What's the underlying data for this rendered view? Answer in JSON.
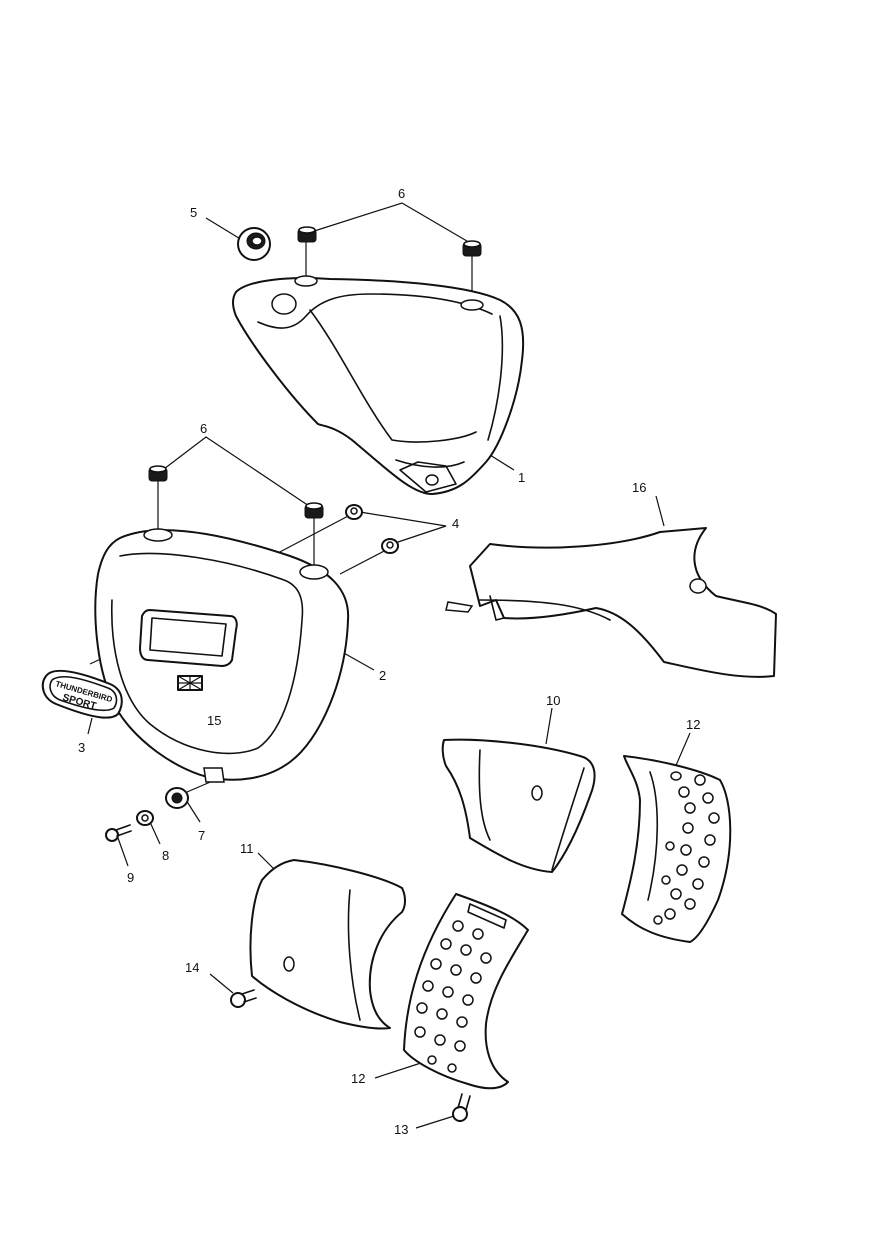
{
  "callouts": [
    {
      "id": "1",
      "label": "1"
    },
    {
      "id": "2",
      "label": "2"
    },
    {
      "id": "3",
      "label": "3"
    },
    {
      "id": "4",
      "label": "4"
    },
    {
      "id": "5",
      "label": "5"
    },
    {
      "id": "6a",
      "label": "6"
    },
    {
      "id": "6b",
      "label": "6"
    },
    {
      "id": "7",
      "label": "7"
    },
    {
      "id": "8",
      "label": "8"
    },
    {
      "id": "9",
      "label": "9"
    },
    {
      "id": "10",
      "label": "10"
    },
    {
      "id": "11",
      "label": "11"
    },
    {
      "id": "12a",
      "label": "12"
    },
    {
      "id": "12b",
      "label": "12"
    },
    {
      "id": "13",
      "label": "13"
    },
    {
      "id": "14",
      "label": "14"
    },
    {
      "id": "15",
      "label": "15"
    },
    {
      "id": "16",
      "label": "16"
    }
  ],
  "badge": {
    "line1": "THUNDERBIRD",
    "line2": "SPORT"
  },
  "colors": {
    "line": "#111111",
    "background": "#ffffff"
  }
}
